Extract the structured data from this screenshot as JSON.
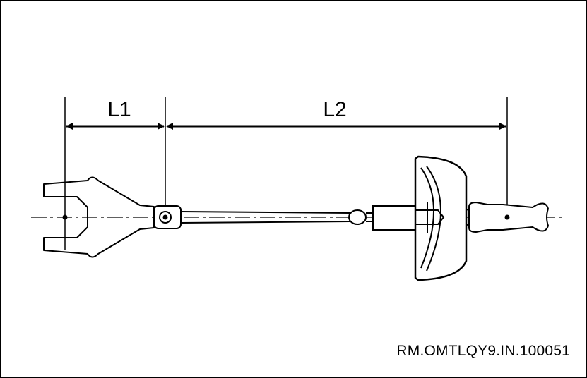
{
  "diagram": {
    "dimension_1": "L1",
    "dimension_2": "L2",
    "reference_code": "RM.OMTLQY9.IN.100051"
  }
}
